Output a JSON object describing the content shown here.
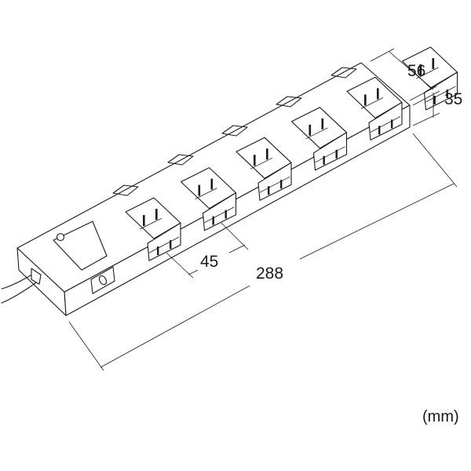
{
  "dimensions": {
    "depth": "56",
    "height": "35",
    "pitch": "45",
    "length": "288"
  },
  "unit": "(mm)",
  "outlet_count": 6
}
